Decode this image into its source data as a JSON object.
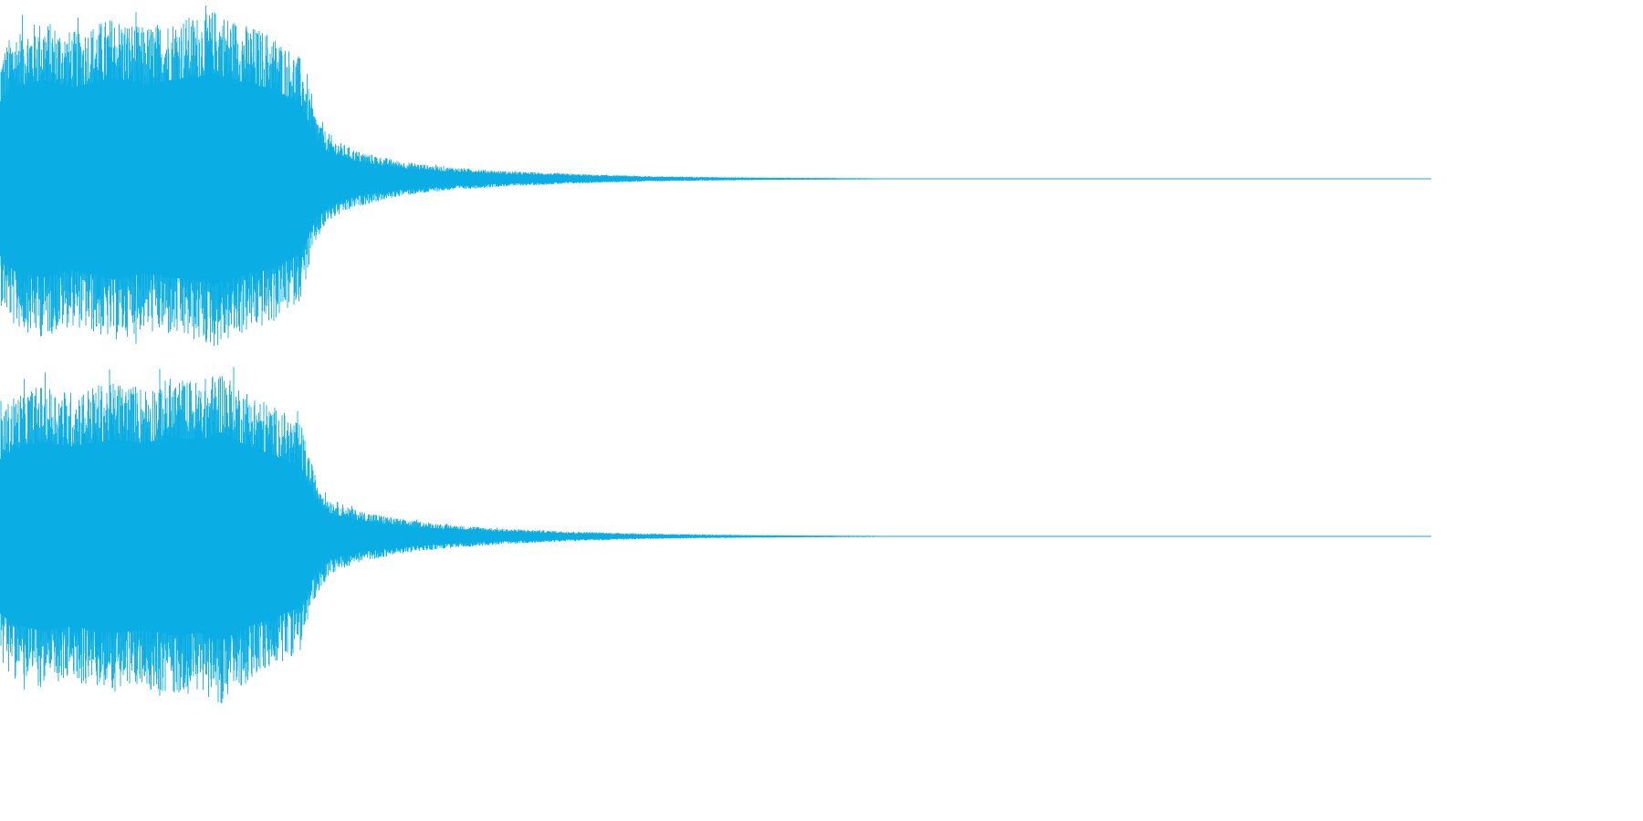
{
  "chart_data": {
    "type": "area",
    "description_note": "",
    "channels": [
      {
        "amplitude_envelope": [
          [
            0.0,
            0.72
          ],
          [
            0.01,
            0.86
          ],
          [
            0.03,
            0.92
          ],
          [
            0.05,
            0.85
          ],
          [
            0.08,
            0.94
          ],
          [
            0.1,
            0.88
          ],
          [
            0.12,
            0.92
          ],
          [
            0.14,
            0.95
          ],
          [
            0.15,
            0.98
          ],
          [
            0.17,
            0.9
          ],
          [
            0.19,
            0.84
          ],
          [
            0.21,
            0.7
          ],
          [
            0.215,
            0.55
          ],
          [
            0.22,
            0.38
          ],
          [
            0.23,
            0.24
          ],
          [
            0.25,
            0.16
          ],
          [
            0.28,
            0.1
          ],
          [
            0.31,
            0.07
          ],
          [
            0.35,
            0.045
          ],
          [
            0.4,
            0.028
          ],
          [
            0.45,
            0.016
          ],
          [
            0.5,
            0.01
          ],
          [
            0.55,
            0.006
          ],
          [
            0.6,
            0.004
          ],
          [
            0.63,
            0.002
          ],
          [
            0.65,
            0.0
          ],
          [
            1.0,
            0.0
          ]
        ]
      },
      {
        "amplitude_envelope": [
          [
            0.0,
            0.72
          ],
          [
            0.01,
            0.82
          ],
          [
            0.03,
            0.88
          ],
          [
            0.05,
            0.84
          ],
          [
            0.08,
            0.9
          ],
          [
            0.1,
            0.87
          ],
          [
            0.12,
            0.92
          ],
          [
            0.14,
            0.9
          ],
          [
            0.155,
            0.97
          ],
          [
            0.17,
            0.86
          ],
          [
            0.19,
            0.76
          ],
          [
            0.21,
            0.66
          ],
          [
            0.215,
            0.5
          ],
          [
            0.22,
            0.36
          ],
          [
            0.23,
            0.22
          ],
          [
            0.25,
            0.15
          ],
          [
            0.28,
            0.1
          ],
          [
            0.31,
            0.07
          ],
          [
            0.35,
            0.045
          ],
          [
            0.4,
            0.028
          ],
          [
            0.45,
            0.016
          ],
          [
            0.5,
            0.01
          ],
          [
            0.55,
            0.006
          ],
          [
            0.6,
            0.004
          ],
          [
            0.63,
            0.002
          ],
          [
            0.65,
            0.0
          ],
          [
            1.0,
            0.0
          ]
        ]
      }
    ],
    "x_range": [
      0,
      1
    ],
    "y_range": [
      -1,
      1
    ],
    "grid": false,
    "legend": "none",
    "waveform_color": "#0aaee4",
    "background_color": "#ffffff"
  }
}
